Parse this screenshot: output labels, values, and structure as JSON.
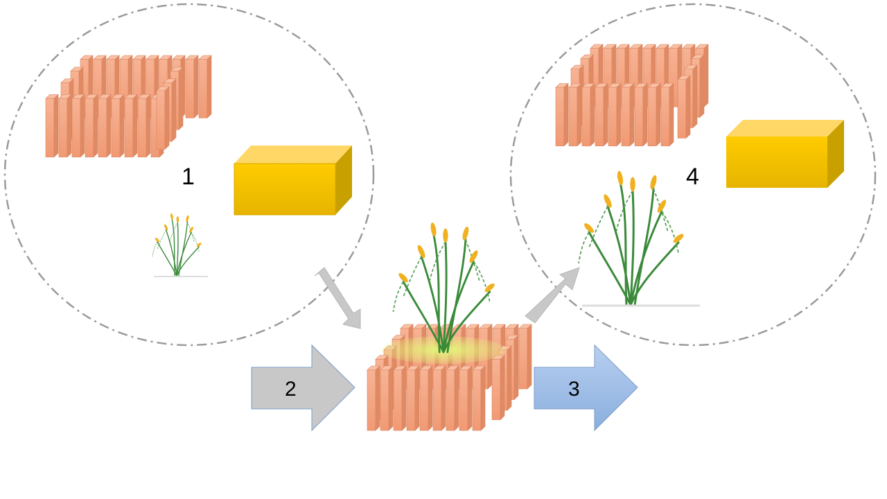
{
  "steps": {
    "one": "1",
    "two": "2",
    "three": "3",
    "four": "4"
  },
  "colors": {
    "brick_face": "#f4a582",
    "brick_side": "#d98561",
    "gold_front": "#f5c200",
    "gold_top": "#ffd766",
    "gold_side": "#c8a000",
    "grey_arrow": "#c8c8c8",
    "blue_arrow": "#8fb1df",
    "root_zone": "#d9f26b",
    "plant_green": "#3a8a3a",
    "plant_flower": "#f0b020",
    "circle_stroke": "#9a9a9a"
  },
  "icons": [
    "brick-stack-icon",
    "gold-block-icon",
    "grass-plant-icon",
    "arrow-icon"
  ]
}
